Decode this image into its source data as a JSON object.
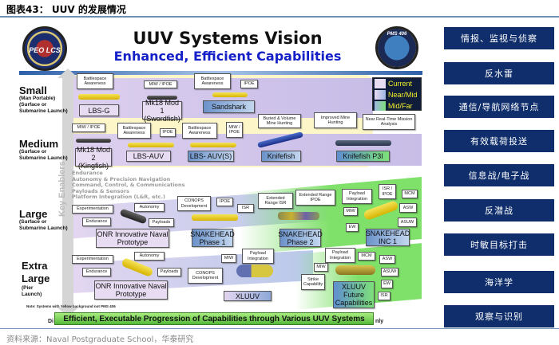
{
  "figure": {
    "title": "图表43： UUV 的发展情况",
    "source": "资料来源：Naval Postgraduate School，华泰研究"
  },
  "slide": {
    "title": "UUV Systems Vision",
    "subtitle": "Enhanced, Efficient Capabilities",
    "logo_left": "PEO LCS",
    "logo_right": "PMS 406",
    "key_enablers_label": "Key Enablers",
    "legend": [
      {
        "label": "Current",
        "color": "#e8dcf2"
      },
      {
        "label": "Near/Mid",
        "color": "#b9c9ea"
      },
      {
        "label": "Mid/Far",
        "color": "#7de07a"
      }
    ],
    "enablers": [
      "Endurance",
      "Autonomy & Precision Navigation",
      "Command, Control, & Communications",
      "Payloads & Sensors",
      "Platform Integration (L&R, etc.)"
    ],
    "categories": [
      {
        "name": "Small",
        "sub": [
          "(Man Portable)",
          "(Surface or",
          "Submarine Launch)"
        ]
      },
      {
        "name": "Medium",
        "sub": [
          "(Surface or",
          "Submarine Launch)"
        ]
      },
      {
        "name": "Large",
        "sub": [
          "(Surface or",
          "Submarine Launch)"
        ]
      },
      {
        "name": "Extra Large",
        "sub": [
          "(Pier Launch)"
        ]
      }
    ],
    "small": {
      "vehicles": [
        "LBS-G",
        "Mk18 Mod 1 (Swordfish)",
        "Sandshark"
      ],
      "capabilities": [
        "Battlespace Awareness",
        "MIW / IPOE",
        "Battlespace Awareness",
        "IPOE"
      ]
    },
    "medium": {
      "vehicles": [
        "Mk18 Mod 2 (Kingfish)",
        "LBS-AUV",
        "LBS- AUV(S)",
        "Knifefish",
        "Knifefish P3I"
      ],
      "capabilities": [
        "MIW / IPOE",
        "Battlespace Awareness",
        "IPOE",
        "Battlespace Awareness",
        "MIW / IPOE",
        "Buried & Volume Mine Hunting",
        "Improved Mine Hunting",
        "Near Real-Time Mission Analysis"
      ]
    },
    "large": {
      "vehicles": [
        "ONR Innovative Naval Prototype",
        "SNAKEHEAD Phase 1",
        "SNAKEHEAD Phase 2",
        "SNAKEHEAD INC 1"
      ],
      "capabilities": [
        "Experimentation",
        "Autonomy",
        "Endurance",
        "Payloads",
        "CONOPS Development",
        "IPOE",
        "ISR",
        "Extended Range ISR",
        "Extended Range IPOE",
        "Payload Integration",
        "ISR / IPOE",
        "MCM",
        "ASW",
        "ASUW",
        "MIW",
        "EW"
      ]
    },
    "xlarge": {
      "vehicles": [
        "ONR Innovative Naval Prototype",
        "XLUUV",
        "XLUUV Future Capabilities"
      ],
      "capabilities": [
        "Experimentation",
        "Autonomy",
        "Endurance",
        "Payloads",
        "CONOPS Development",
        "MIW",
        "Payload Integration",
        "Payload Integration",
        "MCM",
        "MIW",
        "Strike Capability",
        "ASW",
        "ASUW",
        "EW",
        "ISR"
      ]
    },
    "note": "Note: Systems with Yellow background not PMS 406",
    "banner": "Efficient, Executable Progression of Capabilities through Various UUV Systems",
    "banner_left_clip": "Di",
    "banner_right_clip": "nly"
  },
  "missions": [
    "情报、监视与侦察",
    "反水雷",
    "通信/导航网络节点",
    "有效载荷投送",
    "信息战/电子战",
    "反潜战",
    "时敏目标打击",
    "海洋学",
    "观察与识别"
  ]
}
